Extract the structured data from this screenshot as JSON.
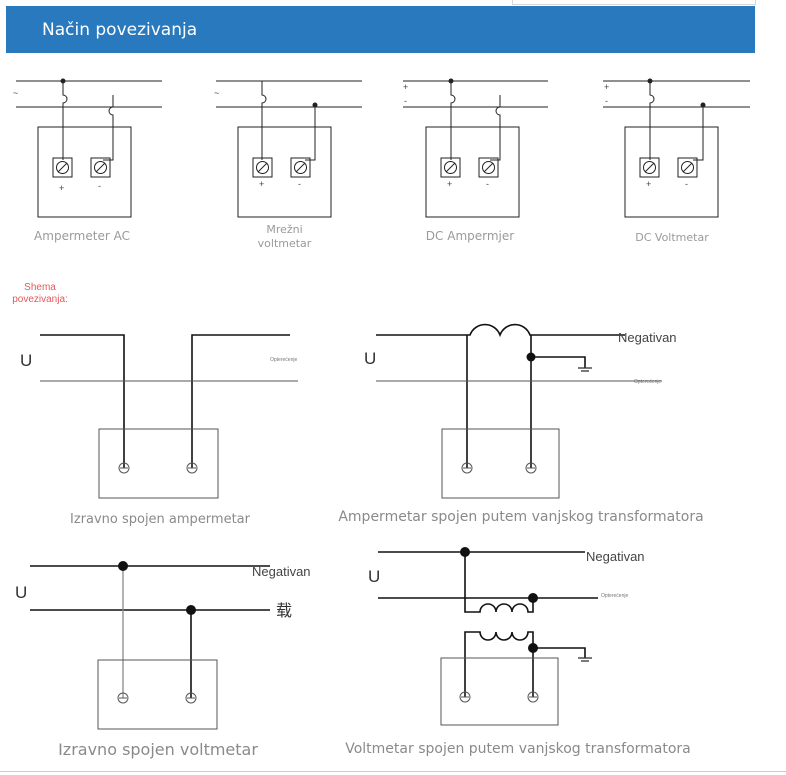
{
  "header": {
    "title": "Način povezivanja"
  },
  "top_diagrams": [
    {
      "caption": "Ampermeter AC",
      "supply_symbol": "~"
    },
    {
      "caption": "Mrežni voltmetar",
      "supply_symbol": "~"
    },
    {
      "caption": "DC Ampermjer",
      "supply_symbol_top": "+",
      "supply_symbol_bottom": "-"
    },
    {
      "caption": "DC Voltmetar",
      "supply_symbol_top": "+",
      "supply_symbol_bottom": "-"
    }
  ],
  "terminal_labels": {
    "plus": "+",
    "minus": "-"
  },
  "schema_label": "Shema povezivanja:",
  "bottom_diagrams": [
    {
      "caption": "Izravno spojen ampermetar",
      "source": "U",
      "load": "Opterećenje"
    },
    {
      "caption": "Ampermetar spojen putem vanjskog transformatora",
      "source": "U",
      "negative": "Negativan",
      "load": "Opterećenje"
    },
    {
      "caption": "Izravno spojen voltmetar",
      "source": "U",
      "negative": "Negativan",
      "load": "载"
    },
    {
      "caption": "Voltmetar spojen putem vanjskog transformatora",
      "source": "U",
      "negative": "Negativan",
      "load": "Opterećenje"
    }
  ]
}
